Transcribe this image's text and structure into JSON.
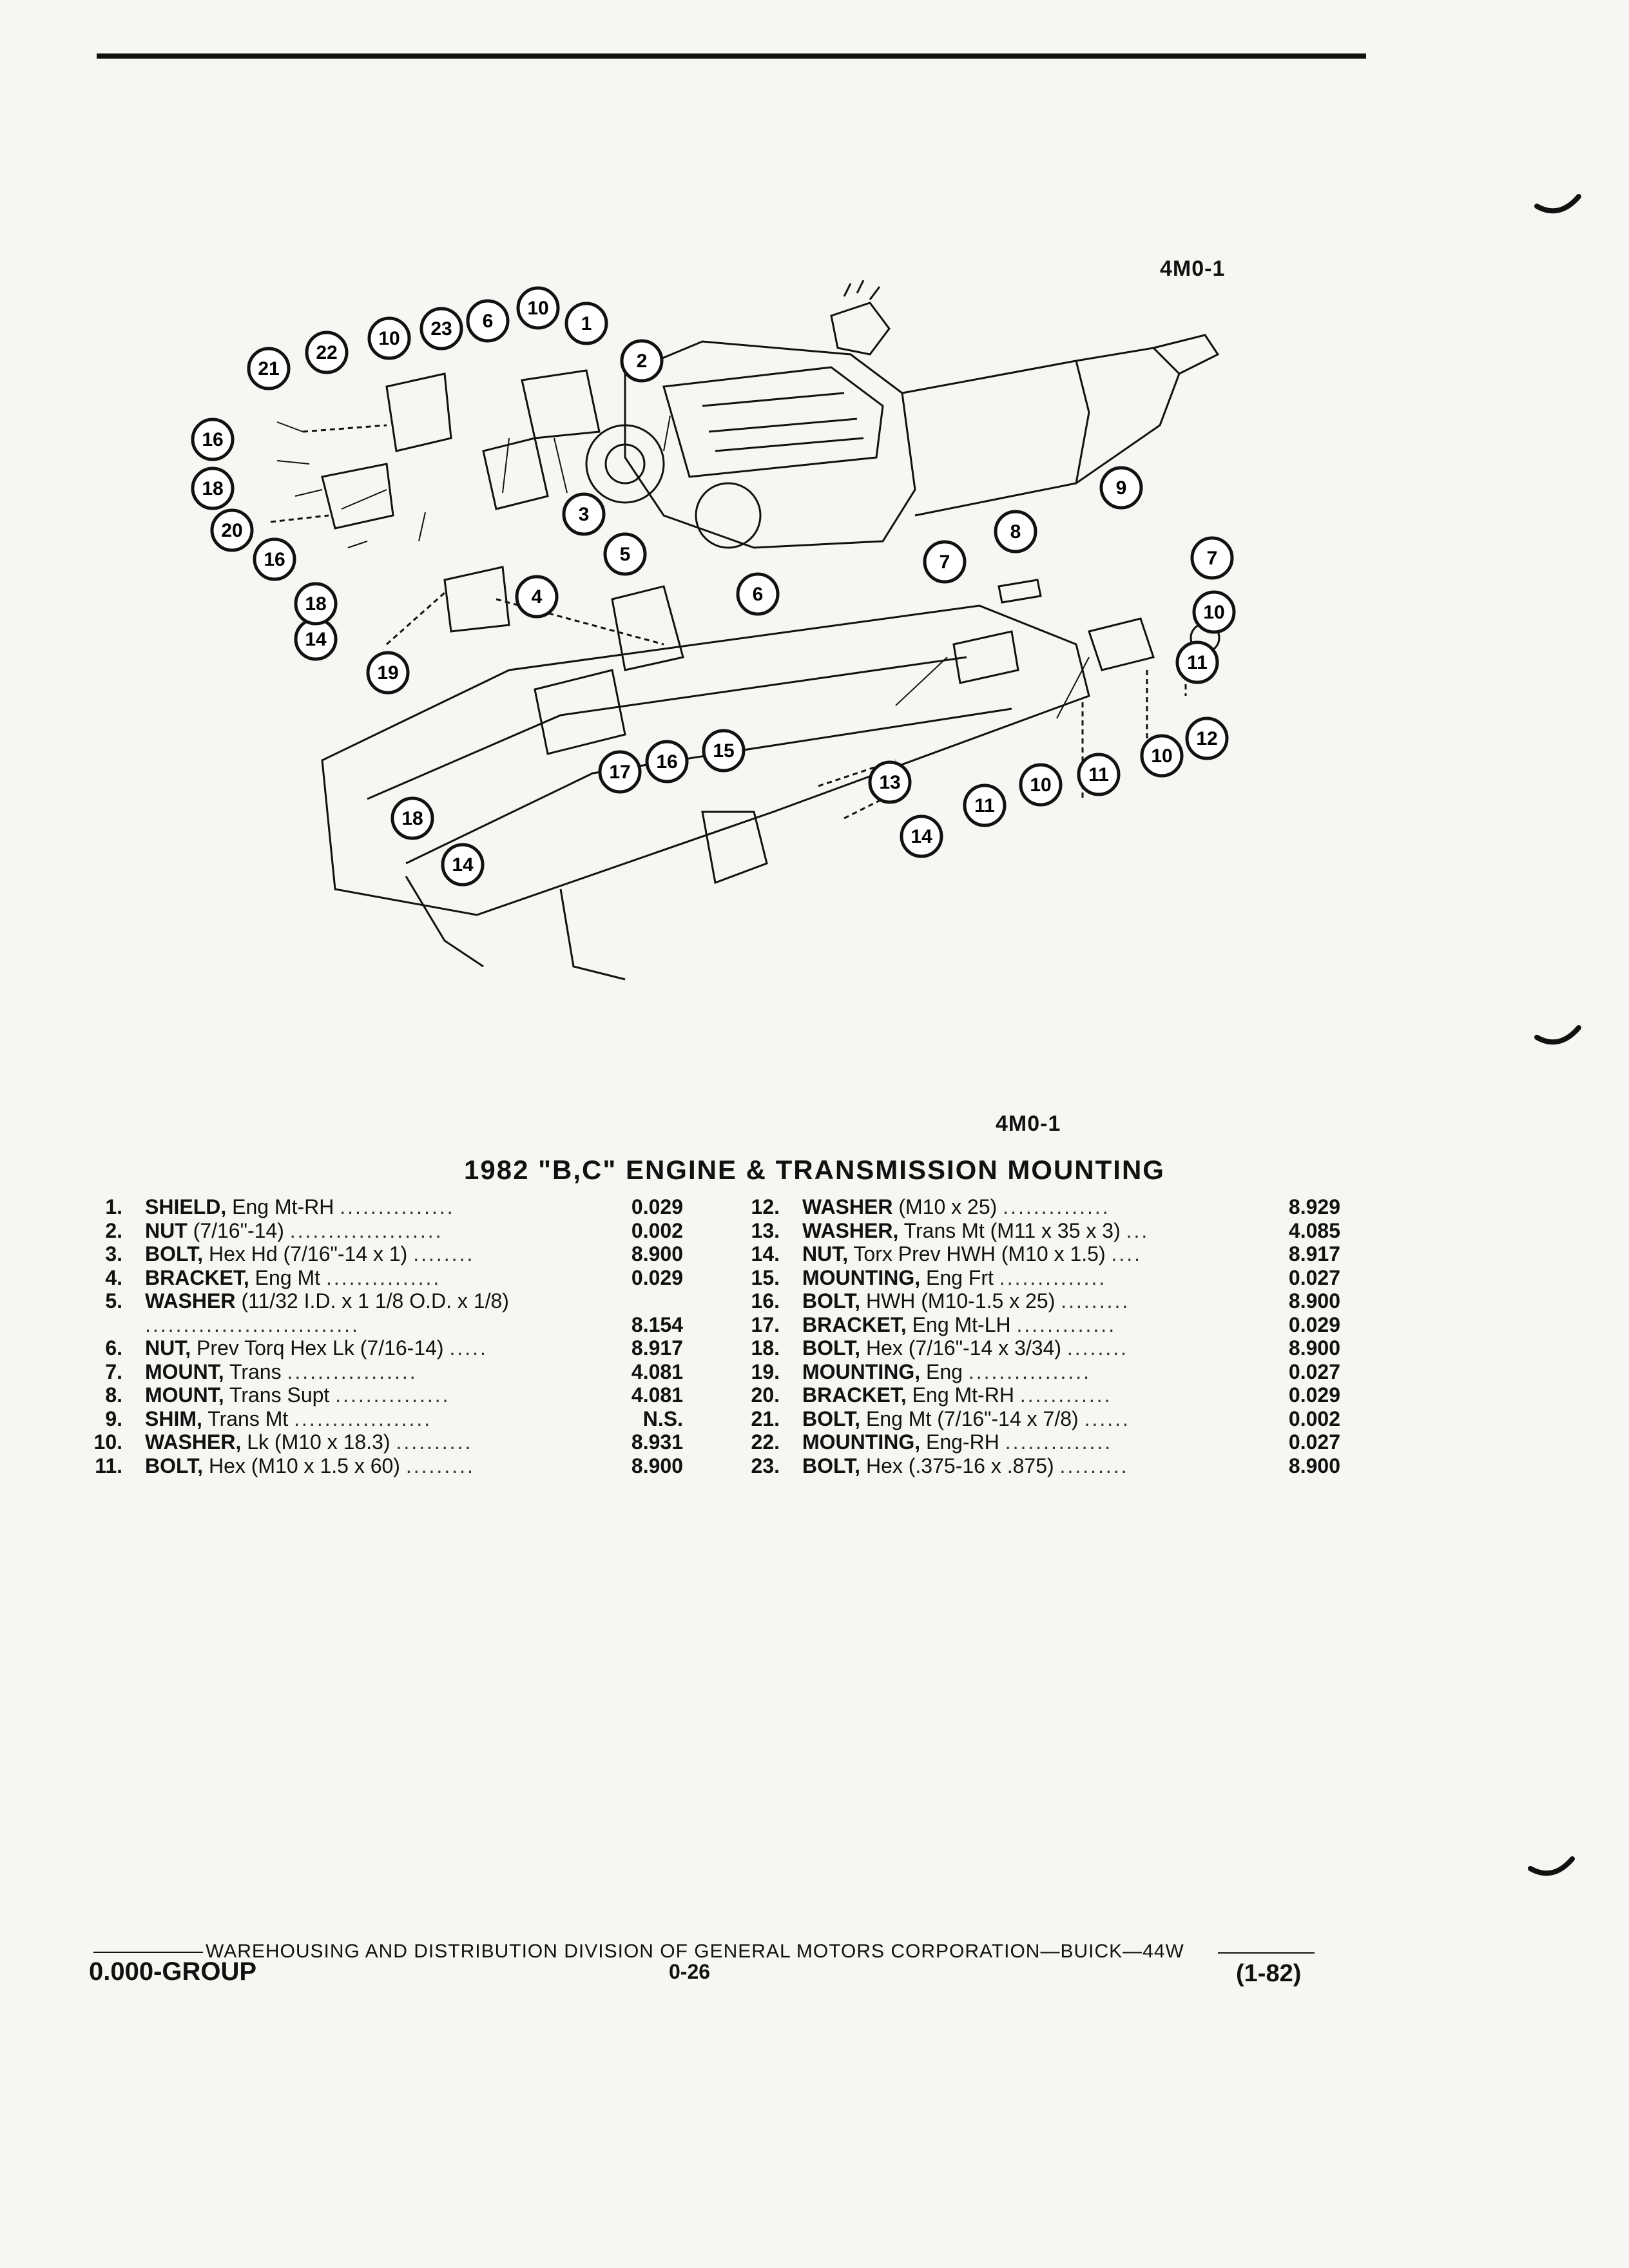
{
  "figure_id_top": "4M0-1",
  "figure_id_bottom": "4M0-1",
  "title": "1982 \"B,C\" ENGINE & TRANSMISSION MOUNTING",
  "callouts": [
    "1",
    "2",
    "3",
    "4",
    "5",
    "6",
    "6",
    "7",
    "7",
    "8",
    "9",
    "10",
    "10",
    "10",
    "10",
    "10",
    "11",
    "11",
    "11",
    "12",
    "13",
    "14",
    "14",
    "14",
    "15",
    "16",
    "16",
    "16",
    "17",
    "18",
    "18",
    "18",
    "19",
    "20",
    "21",
    "22",
    "23"
  ],
  "parts_left": [
    {
      "num": "1.",
      "name": "SHIELD,",
      "desc": "Eng Mt-RH",
      "dots": "...............",
      "code": "0.029"
    },
    {
      "num": "2.",
      "name": "NUT",
      "desc": "(7/16\"-14)",
      "dots": "....................",
      "code": "0.002"
    },
    {
      "num": "3.",
      "name": "BOLT,",
      "desc": "Hex Hd (7/16\"-14 x 1)",
      "dots": "........",
      "code": "8.900"
    },
    {
      "num": "4.",
      "name": "BRACKET,",
      "desc": "Eng Mt",
      "dots": "...............",
      "code": "0.029"
    },
    {
      "num": "5.",
      "name": "WASHER",
      "desc": "(11/32 I.D. x 1 1/8 O.D. x 1/8)",
      "dots": "............................",
      "code": "8.154"
    },
    {
      "num": "6.",
      "name": "NUT,",
      "desc": "Prev Torq Hex Lk (7/16-14)",
      "dots": ".....",
      "code": "8.917"
    },
    {
      "num": "7.",
      "name": "MOUNT,",
      "desc": "Trans",
      "dots": ".................",
      "code": "4.081"
    },
    {
      "num": "8.",
      "name": "MOUNT,",
      "desc": "Trans Supt",
      "dots": "...............",
      "code": "4.081"
    },
    {
      "num": "9.",
      "name": "SHIM,",
      "desc": "Trans Mt",
      "dots": "..................",
      "code": "N.S."
    },
    {
      "num": "10.",
      "name": "WASHER,",
      "desc": "Lk (M10 x 18.3)",
      "dots": "..........",
      "code": "8.931"
    },
    {
      "num": "11.",
      "name": "BOLT,",
      "desc": "Hex (M10 x 1.5 x 60)",
      "dots": ".........",
      "code": "8.900"
    }
  ],
  "parts_right": [
    {
      "num": "12.",
      "name": "WASHER",
      "desc": "(M10 x 25)",
      "dots": "..............",
      "code": "8.929"
    },
    {
      "num": "13.",
      "name": "WASHER,",
      "desc": "Trans Mt (M11 x 35 x 3)",
      "dots": "...",
      "code": "4.085"
    },
    {
      "num": "14.",
      "name": "NUT,",
      "desc": "Torx Prev HWH (M10 x 1.5)",
      "dots": "....",
      "code": "8.917"
    },
    {
      "num": "15.",
      "name": "MOUNTING,",
      "desc": "Eng Frt",
      "dots": "..............",
      "code": "0.027"
    },
    {
      "num": "16.",
      "name": "BOLT,",
      "desc": "HWH (M10-1.5 x 25)",
      "dots": ".........",
      "code": "8.900"
    },
    {
      "num": "17.",
      "name": "BRACKET,",
      "desc": "Eng Mt-LH",
      "dots": ".............",
      "code": "0.029"
    },
    {
      "num": "18.",
      "name": "BOLT,",
      "desc": "Hex (7/16\"-14 x 3/34)",
      "dots": "........",
      "code": "8.900"
    },
    {
      "num": "19.",
      "name": "MOUNTING,",
      "desc": "Eng",
      "dots": "................",
      "code": "0.027"
    },
    {
      "num": "20.",
      "name": "BRACKET,",
      "desc": "Eng Mt-RH",
      "dots": "............",
      "code": "0.029"
    },
    {
      "num": "21.",
      "name": "BOLT,",
      "desc": "Eng Mt (7/16\"-14 x 7/8)",
      "dots": "......",
      "code": "0.002"
    },
    {
      "num": "22.",
      "name": "MOUNTING,",
      "desc": "Eng-RH",
      "dots": "..............",
      "code": "0.027"
    },
    {
      "num": "23.",
      "name": "BOLT,",
      "desc": "Hex (.375-16 x .875)",
      "dots": ".........",
      "code": "8.900"
    }
  ],
  "footer": {
    "line": "WAREHOUSING AND DISTRIBUTION DIVISION OF GENERAL MOTORS CORPORATION—BUICK—44W",
    "group": "0.000-GROUP",
    "page": "0-26",
    "revision": "(1-82)"
  }
}
